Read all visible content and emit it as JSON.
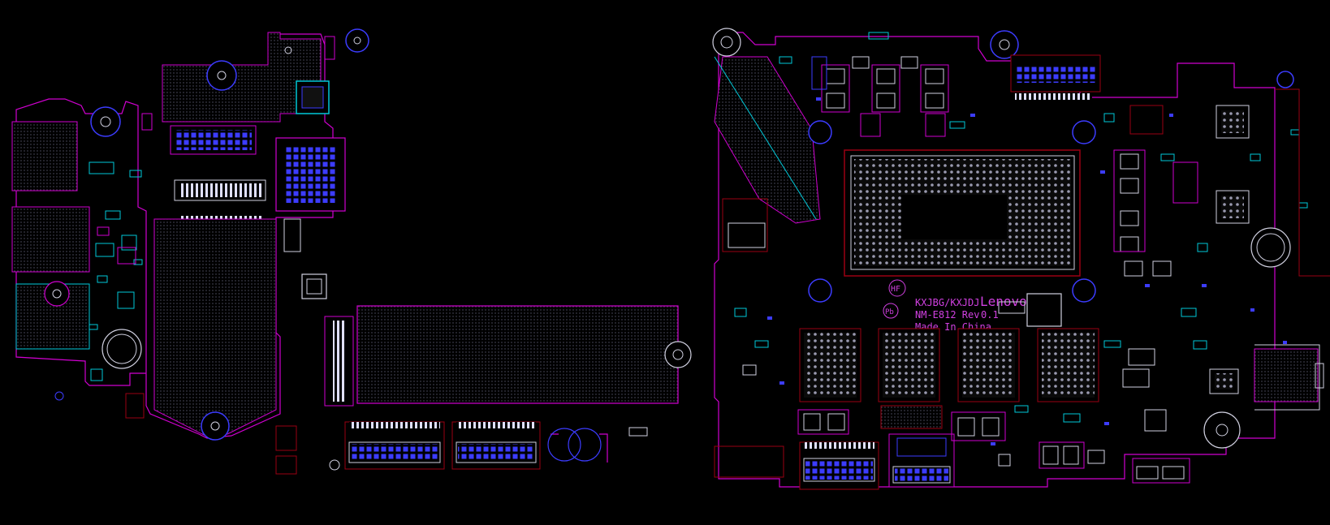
{
  "board": {
    "model": "KXJBG/KXJDJ",
    "brand": "Lenovo",
    "board_number": "NM-E812 Rev",
    "revision": "0.1",
    "made_in": "Made In China",
    "hf_mark": "HF",
    "pb_mark": "Pb"
  },
  "colors": {
    "background": "#000000",
    "outline_magenta": "#d000d0",
    "outline_cyan": "#00c8d8",
    "pad_blue": "#3c3cff",
    "text_magenta": "#d040e0",
    "dark_red": "#9a0012",
    "pad_gray": "#b4b4c8"
  }
}
